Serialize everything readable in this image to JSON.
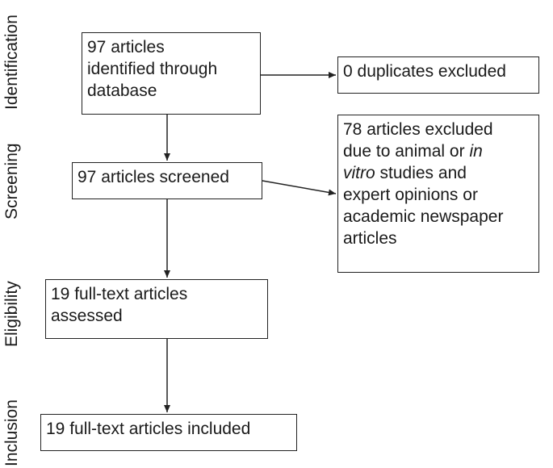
{
  "stages": {
    "identification": "Identification",
    "screening": "Screening",
    "eligibility": "Eligibility",
    "inclusion": "Inclusion"
  },
  "boxes": {
    "identified": {
      "lines": [
        "97 articles",
        "identified through",
        "database"
      ]
    },
    "duplicates": {
      "lines": [
        "0 duplicates excluded"
      ]
    },
    "screened": {
      "lines": [
        "97 articles screened"
      ]
    },
    "excluded": {
      "line1": "78 articles excluded",
      "line2_pre": "due to animal or ",
      "line2_em": "in",
      "line3_em": "vitro",
      "line3_post": " studies and",
      "line4": "expert opinions or",
      "line5": "academic newspaper",
      "line6": "articles"
    },
    "assessed": {
      "lines": [
        "19 full-text articles",
        "assessed"
      ]
    },
    "included": {
      "lines": [
        "19 full-text articles included"
      ]
    }
  }
}
